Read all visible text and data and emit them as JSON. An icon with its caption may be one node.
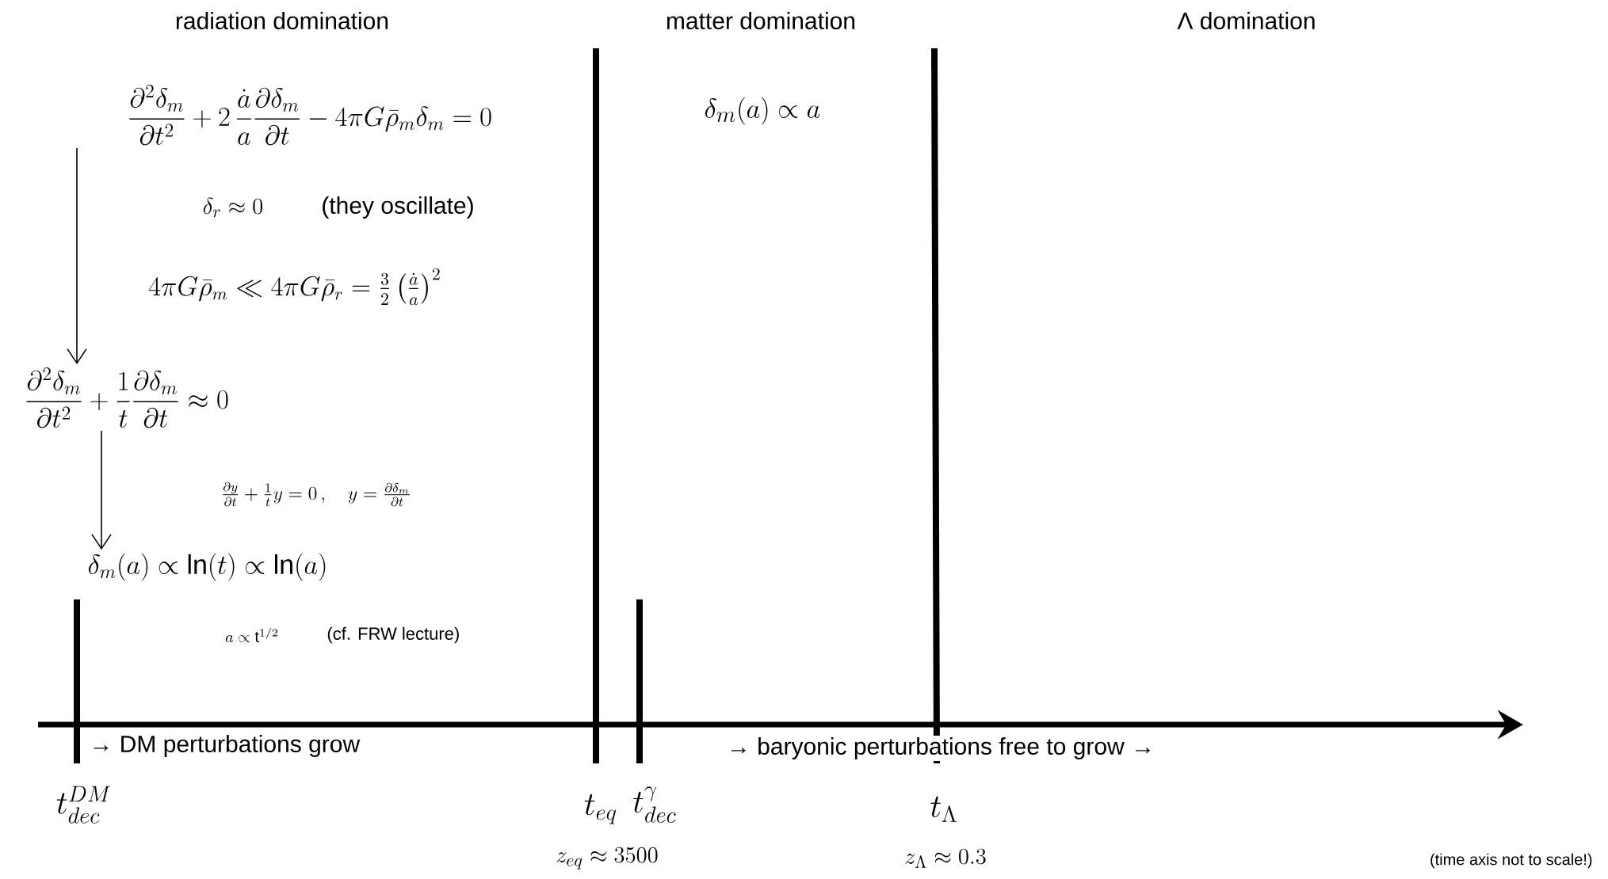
{
  "diagram": {
    "nodes": [
      {
        "text": [
          "\\frac{\\partial^2\\delta_m}{\\partial t^2}+2\\,\\frac{\\dot a}{a}\\frac{\\partial\\delta_m}{\\partial t}-4\\pi G\\bar\\rho_m\\delta_m=0"
        ]
      },
      {
        "text": [
          "\\frac{\\partial^2\\delta_m}{\\partial t^2}+\\frac{1}{t}\\frac{\\partial\\delta_m}{\\partial t}\\approx 0"
        ]
      },
      {
        "text": [
          "\\delta_m(a)\\propto\\ln(t)\\propto\\ln(a)"
        ]
      }
    ],
    "edges": [
      {
        "from": 0,
        "to": 1,
        "arrow": "to"
      },
      {
        "from": 1,
        "to": 2,
        "arrow": "to"
      }
    ],
    "labels": [
      "radiation domination",
      "matter domination",
      "Λ domination",
      "\\delta_m(a)\\propto a",
      "\\delta_r\\approx 0",
      "(they oscillate)",
      "4\\pi G\\bar\\rho_m\\ll 4\\pi G\\bar\\rho_r=\\frac{3}{2}\\left(\\frac{\\dot a}{a}\\right)^2",
      "\\frac{\\partial y}{\\partial t}+\\frac{1}{t}y=0\\,,\\quad y=\\frac{\\partial\\delta_m}{\\partial t}",
      "a\\propto \\mathrm{t}^{1/2}",
      "(cf. FRW lecture)",
      "→ DM perturbations grow",
      "→ baryonic perturbations free to grow →",
      "t_{dec}^{DM}",
      "t_{eq}",
      "t_{dec}^{\\gamma}",
      "t_{\\Lambda}",
      "z_{eq}\\approx 3500",
      "z_{\\Lambda}\\approx 0.3",
      "(time axis not to scale!)"
    ]
  }
}
